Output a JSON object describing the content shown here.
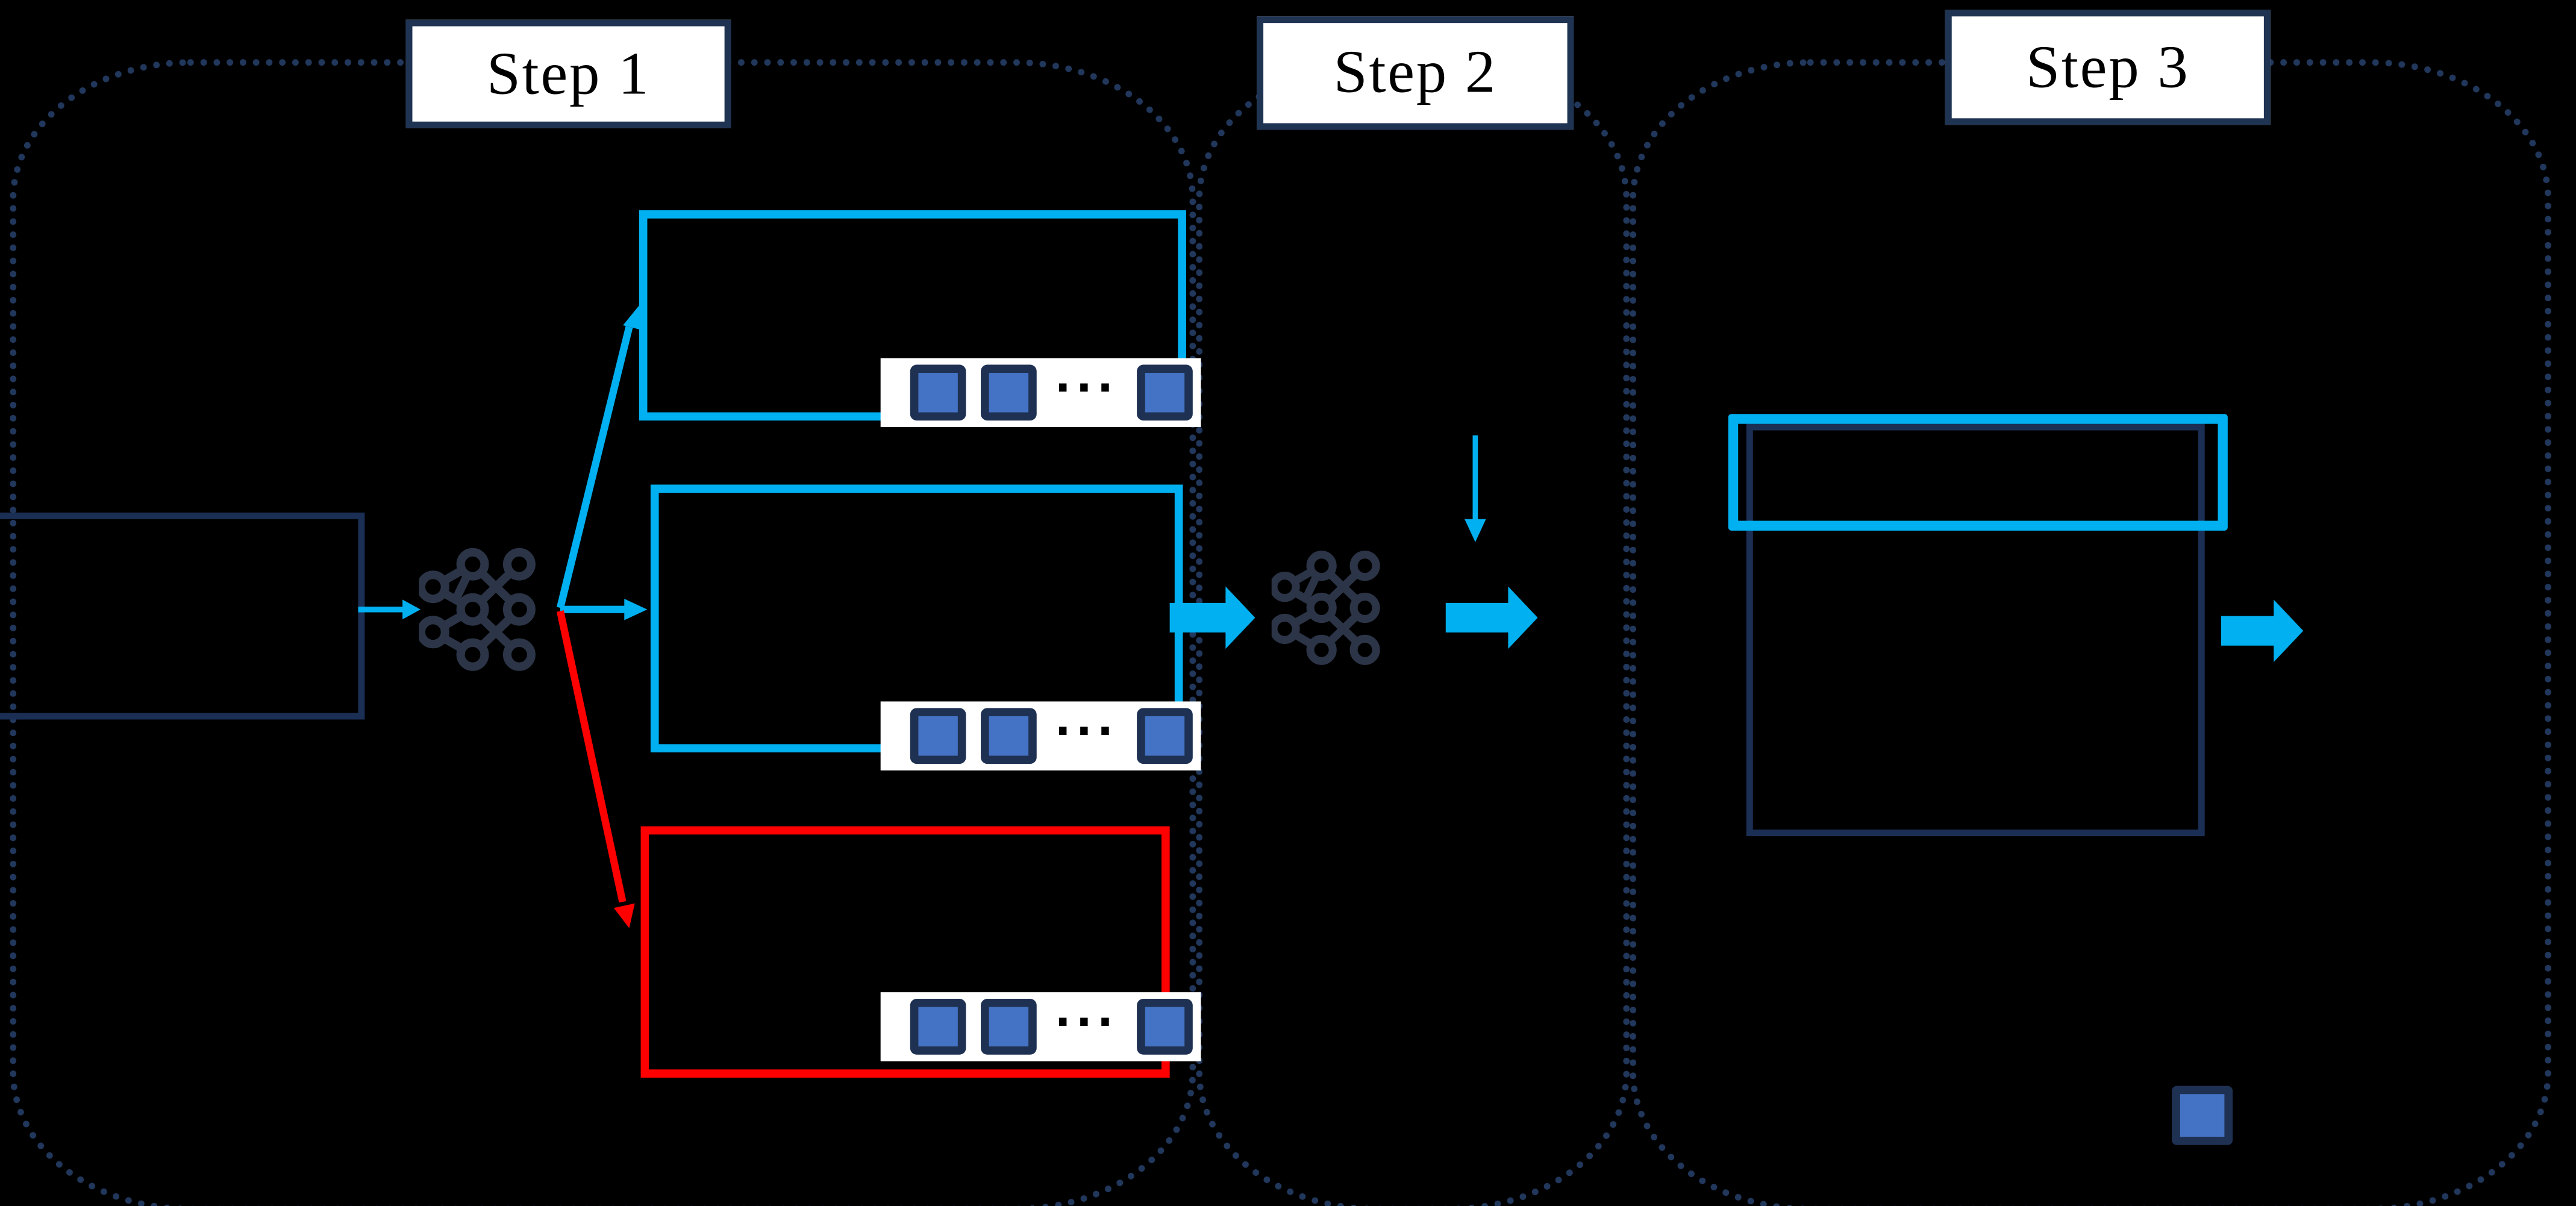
{
  "figure": {
    "steps": [
      {
        "label": "Step 1"
      },
      {
        "label": "Step 2"
      },
      {
        "label": "Step 3"
      }
    ],
    "ellipsis": "···"
  },
  "colors": {
    "background": "#000000",
    "container-dot": "#21375B",
    "label-border": "#1F3352",
    "label-bg": "#FFFFFF",
    "label-text": "#000000",
    "navy-box": "#1B2F55",
    "cyan": "#00B0F0",
    "red": "#FF0000",
    "nn-icon": "#2C3547",
    "token-fill": "#4472C4",
    "token-border": "#1F3152",
    "strip-bg": "#FFFFFF",
    "oplus": "#000000"
  }
}
